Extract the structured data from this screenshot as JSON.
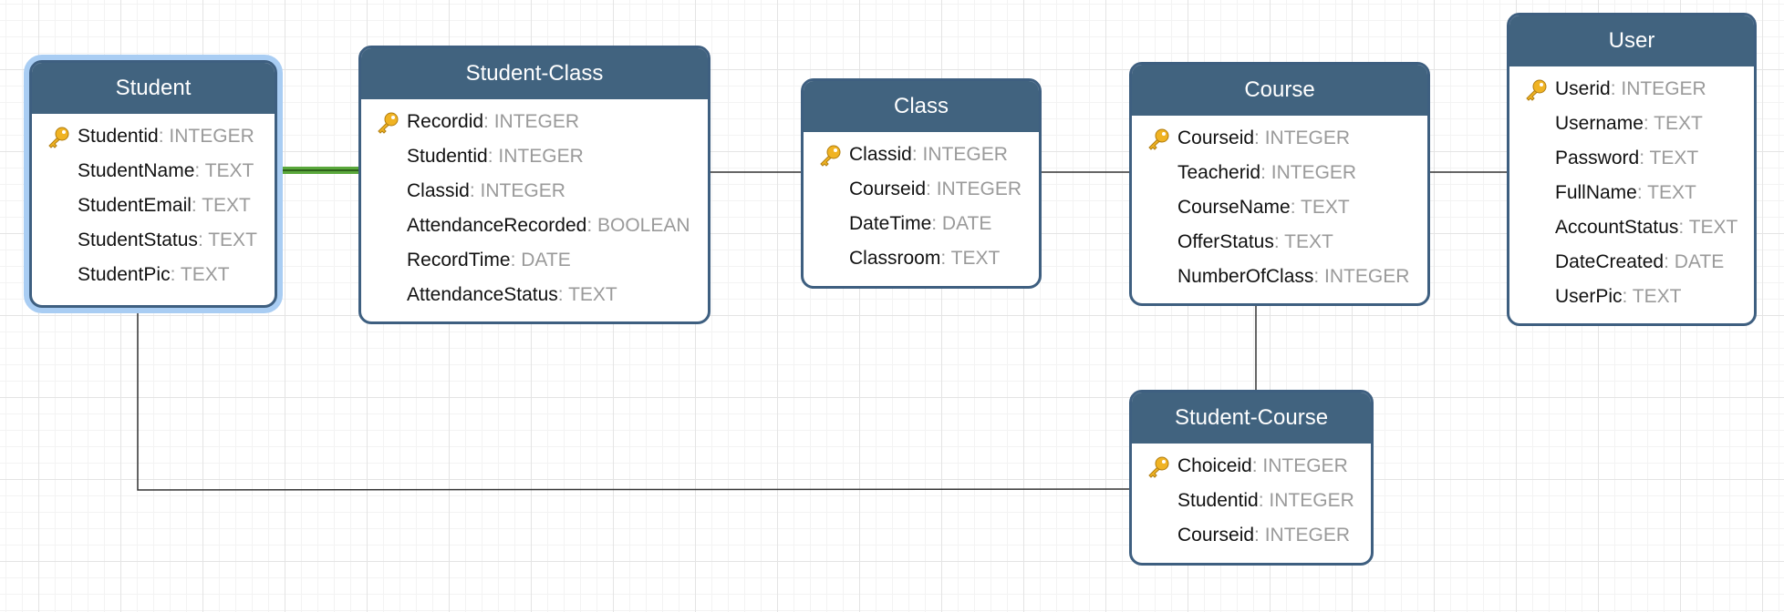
{
  "colors": {
    "header_bg": "#41637f",
    "header_text": "#ffffff",
    "table_border": "#3e5f80",
    "field_name": "#111111",
    "field_type": "#9a9a9a",
    "selection_halo": "#a9cdf3",
    "selected_edge": "#5aa83c",
    "connector": "#333333",
    "key_icon": "#f0b323"
  },
  "icons": {
    "primary_key": "key-icon"
  },
  "tables": {
    "student": {
      "title": "Student",
      "fields": [
        {
          "name": "Studentid",
          "type": ": INTEGER",
          "pk": true
        },
        {
          "name": "StudentName",
          "type": ": TEXT"
        },
        {
          "name": "StudentEmail",
          "type": ": TEXT"
        },
        {
          "name": "StudentStatus",
          "type": ": TEXT"
        },
        {
          "name": "StudentPic",
          "type": ": TEXT"
        }
      ]
    },
    "student_class": {
      "title": "Student-Class",
      "fields": [
        {
          "name": "Recordid",
          "type": ": INTEGER",
          "pk": true
        },
        {
          "name": "Studentid",
          "type": ": INTEGER"
        },
        {
          "name": "Classid",
          "type": ": INTEGER"
        },
        {
          "name": "AttendanceRecorded",
          "type": ": BOOLEAN"
        },
        {
          "name": "RecordTime",
          "type": ": DATE"
        },
        {
          "name": "AttendanceStatus",
          "type": ": TEXT"
        }
      ]
    },
    "class": {
      "title": "Class",
      "fields": [
        {
          "name": "Classid",
          "type": ": INTEGER",
          "pk": true
        },
        {
          "name": "Courseid",
          "type": ": INTEGER"
        },
        {
          "name": "DateTime",
          "type": ": DATE"
        },
        {
          "name": "Classroom",
          "type": ": TEXT"
        }
      ]
    },
    "course": {
      "title": "Course",
      "fields": [
        {
          "name": "Courseid",
          "type": ": INTEGER",
          "pk": true
        },
        {
          "name": "Teacherid",
          "type": ": INTEGER"
        },
        {
          "name": "CourseName",
          "type": ": TEXT"
        },
        {
          "name": "OfferStatus",
          "type": ": TEXT"
        },
        {
          "name": "NumberOfClass",
          "type": ": INTEGER"
        }
      ]
    },
    "user": {
      "title": "User",
      "fields": [
        {
          "name": "Userid",
          "type": ": INTEGER",
          "pk": true
        },
        {
          "name": "Username",
          "type": ": TEXT"
        },
        {
          "name": "Password",
          "type": ": TEXT"
        },
        {
          "name": "FullName",
          "type": ": TEXT"
        },
        {
          "name": "AccountStatus",
          "type": ": TEXT"
        },
        {
          "name": "DateCreated",
          "type": ": DATE"
        },
        {
          "name": "UserPic",
          "type": ": TEXT"
        }
      ]
    },
    "student_course": {
      "title": "Student-Course",
      "fields": [
        {
          "name": "Choiceid",
          "type": ": INTEGER",
          "pk": true
        },
        {
          "name": "Studentid",
          "type": ": INTEGER"
        },
        {
          "name": "Courseid",
          "type": ": INTEGER"
        }
      ]
    }
  },
  "relationships": [
    {
      "from": "student",
      "to": "student_class",
      "selected": true
    },
    {
      "from": "student_class",
      "to": "class"
    },
    {
      "from": "class",
      "to": "course"
    },
    {
      "from": "course",
      "to": "user"
    },
    {
      "from": "course",
      "to": "student_course"
    },
    {
      "from": "student",
      "to": "student_course"
    }
  ]
}
